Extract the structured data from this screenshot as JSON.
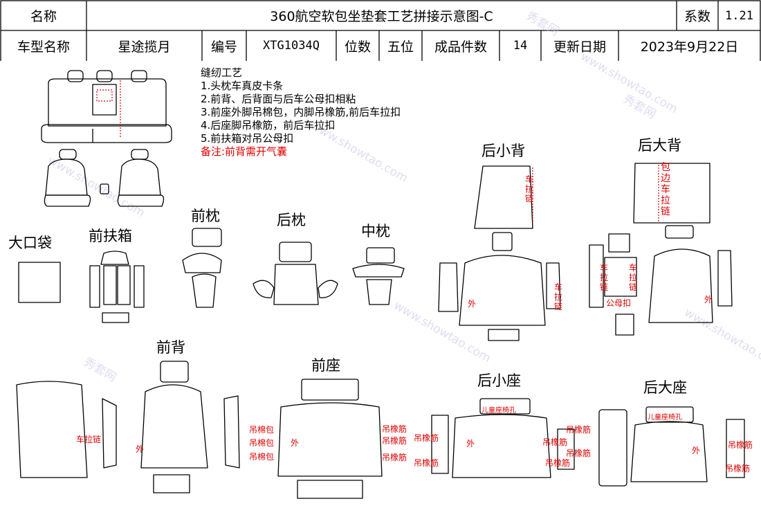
{
  "header": {
    "name_label": "名称",
    "title": "360航空软包坐垫套工艺拼接示意图-C",
    "coef_label": "系数",
    "coef_value": "1.21",
    "model_label": "车型名称",
    "model_value": "星途揽月",
    "code_label": "编号",
    "code_value": "XTG1034Q",
    "seats_label": "位数",
    "seats_value": "五位",
    "pieces_label": "成品件数",
    "pieces_value": "14",
    "date_label": "更新日期",
    "date_value": "2023年9月22日"
  },
  "notes": {
    "title": "缝纫工艺",
    "items": [
      "1.头枕车真皮卡条",
      "2.前背、后背面与后车公母扣相粘",
      "3.前座外脚吊棉包，内脚吊橡筋,前后车拉扣",
      "4.后座脚吊橡筋，前后车拉扣",
      "5.前扶箱对吊公母扣"
    ],
    "remark": "备注:前背需开气囊"
  },
  "parts": {
    "big_pocket": "大口袋",
    "front_armrest": "前扶箱",
    "front_pillow": "前枕",
    "rear_pillow": "后枕",
    "mid_pillow": "中枕",
    "rear_small_back": "后小背",
    "rear_big_back": "后大背",
    "front_back": "前背",
    "front_seat": "前座",
    "rear_small_seat": "后小座",
    "rear_big_seat": "后大座"
  },
  "annotations": {
    "zipper": "车拉链",
    "outer": "外",
    "hem_zipper": "包边车拉链",
    "snap": "公母扣",
    "cotton": "吊棉包",
    "elastic": "吊橡筋",
    "child_seat": "儿童座椅孔"
  },
  "watermark": {
    "cn": "秀套网",
    "en": "www.showtao.com"
  },
  "colors": {
    "annotation": "#e00000",
    "line": "#000000",
    "watermark": "#c9c0e8"
  }
}
